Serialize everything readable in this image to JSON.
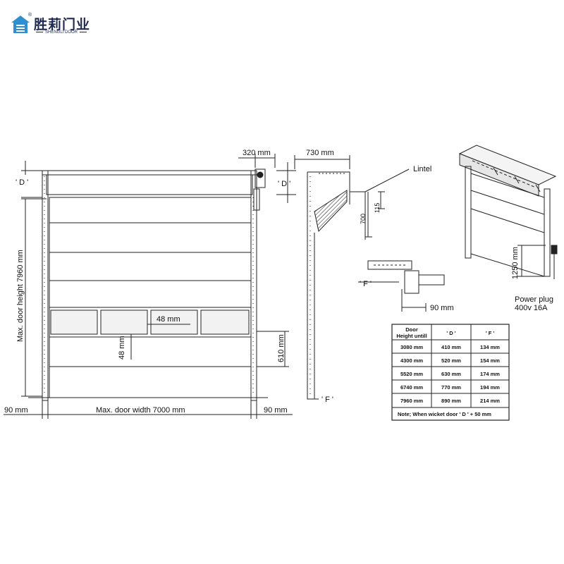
{
  "brand": {
    "name_cn": "胜莉门业",
    "name_en": "SHENGLI DOOR",
    "registered_mark": "®"
  },
  "front_view": {
    "label_d_left": "' D '",
    "label_320": "320 mm",
    "label_d_right": "' D '",
    "label_height": "Max. door height 7960 mm",
    "label_48_h": "48 mm",
    "label_48_v": "48 mm",
    "label_610": "610 mm",
    "label_90_left": "90 mm",
    "label_width": "Max. door width  7000 mm",
    "label_90_right": "90 mm"
  },
  "side_view": {
    "label_730": "730 mm",
    "label_lintel": "Lintel",
    "label_700": "700",
    "label_115": "115",
    "label_f_bottom": "' F '"
  },
  "detail": {
    "label_f": "' F '",
    "label_90": "90 mm"
  },
  "iso_view": {
    "label_1250": "1250 mm",
    "label_power_plug": "Power plug",
    "label_power_spec": "400v  16A"
  },
  "table": {
    "headers": [
      "Door\nHeight untill",
      "' D '",
      "' F '"
    ],
    "rows": [
      [
        "3080 mm",
        "410 mm",
        "134 mm"
      ],
      [
        "4300 mm",
        "520 mm",
        "154 mm"
      ],
      [
        "5520 mm",
        "630 mm",
        "174 mm"
      ],
      [
        "6740 mm",
        "770 mm",
        "194 mm"
      ],
      [
        "7960 mm",
        "890 mm",
        "214 mm"
      ]
    ],
    "note": "Note; When wicket door ' D ' + 50 mm"
  },
  "colors": {
    "brand": "#1e2a4f",
    "logo_accent": "#2f8fd0",
    "line": "#222222",
    "window": "#dcdcdc"
  }
}
